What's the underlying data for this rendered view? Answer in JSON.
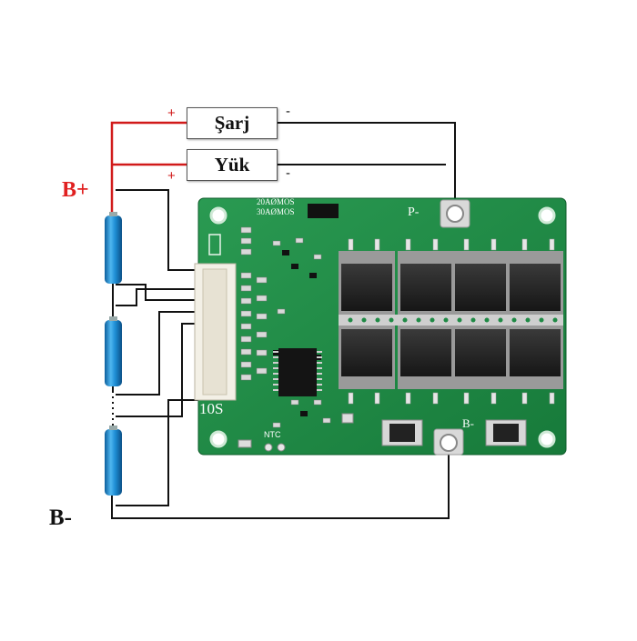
{
  "wiring": {
    "charge_box": "Şarj",
    "load_box": "Yük",
    "b_plus": "B+",
    "b_minus": "B-",
    "plus_sign": "+",
    "minus_sign": "-"
  },
  "board": {
    "p_minus": "P-",
    "b_minus_pad": "B-",
    "config": "10S",
    "mos_line1": "20AØMOS",
    "mos_line2": "30AØMOS",
    "ntc": "NTC"
  },
  "colors": {
    "positive_wire": "#d11a1a",
    "negative_wire": "#111111",
    "pcb": "#1f8a45",
    "cell": "#1f8fd6",
    "b_plus_label": "#e02020"
  }
}
